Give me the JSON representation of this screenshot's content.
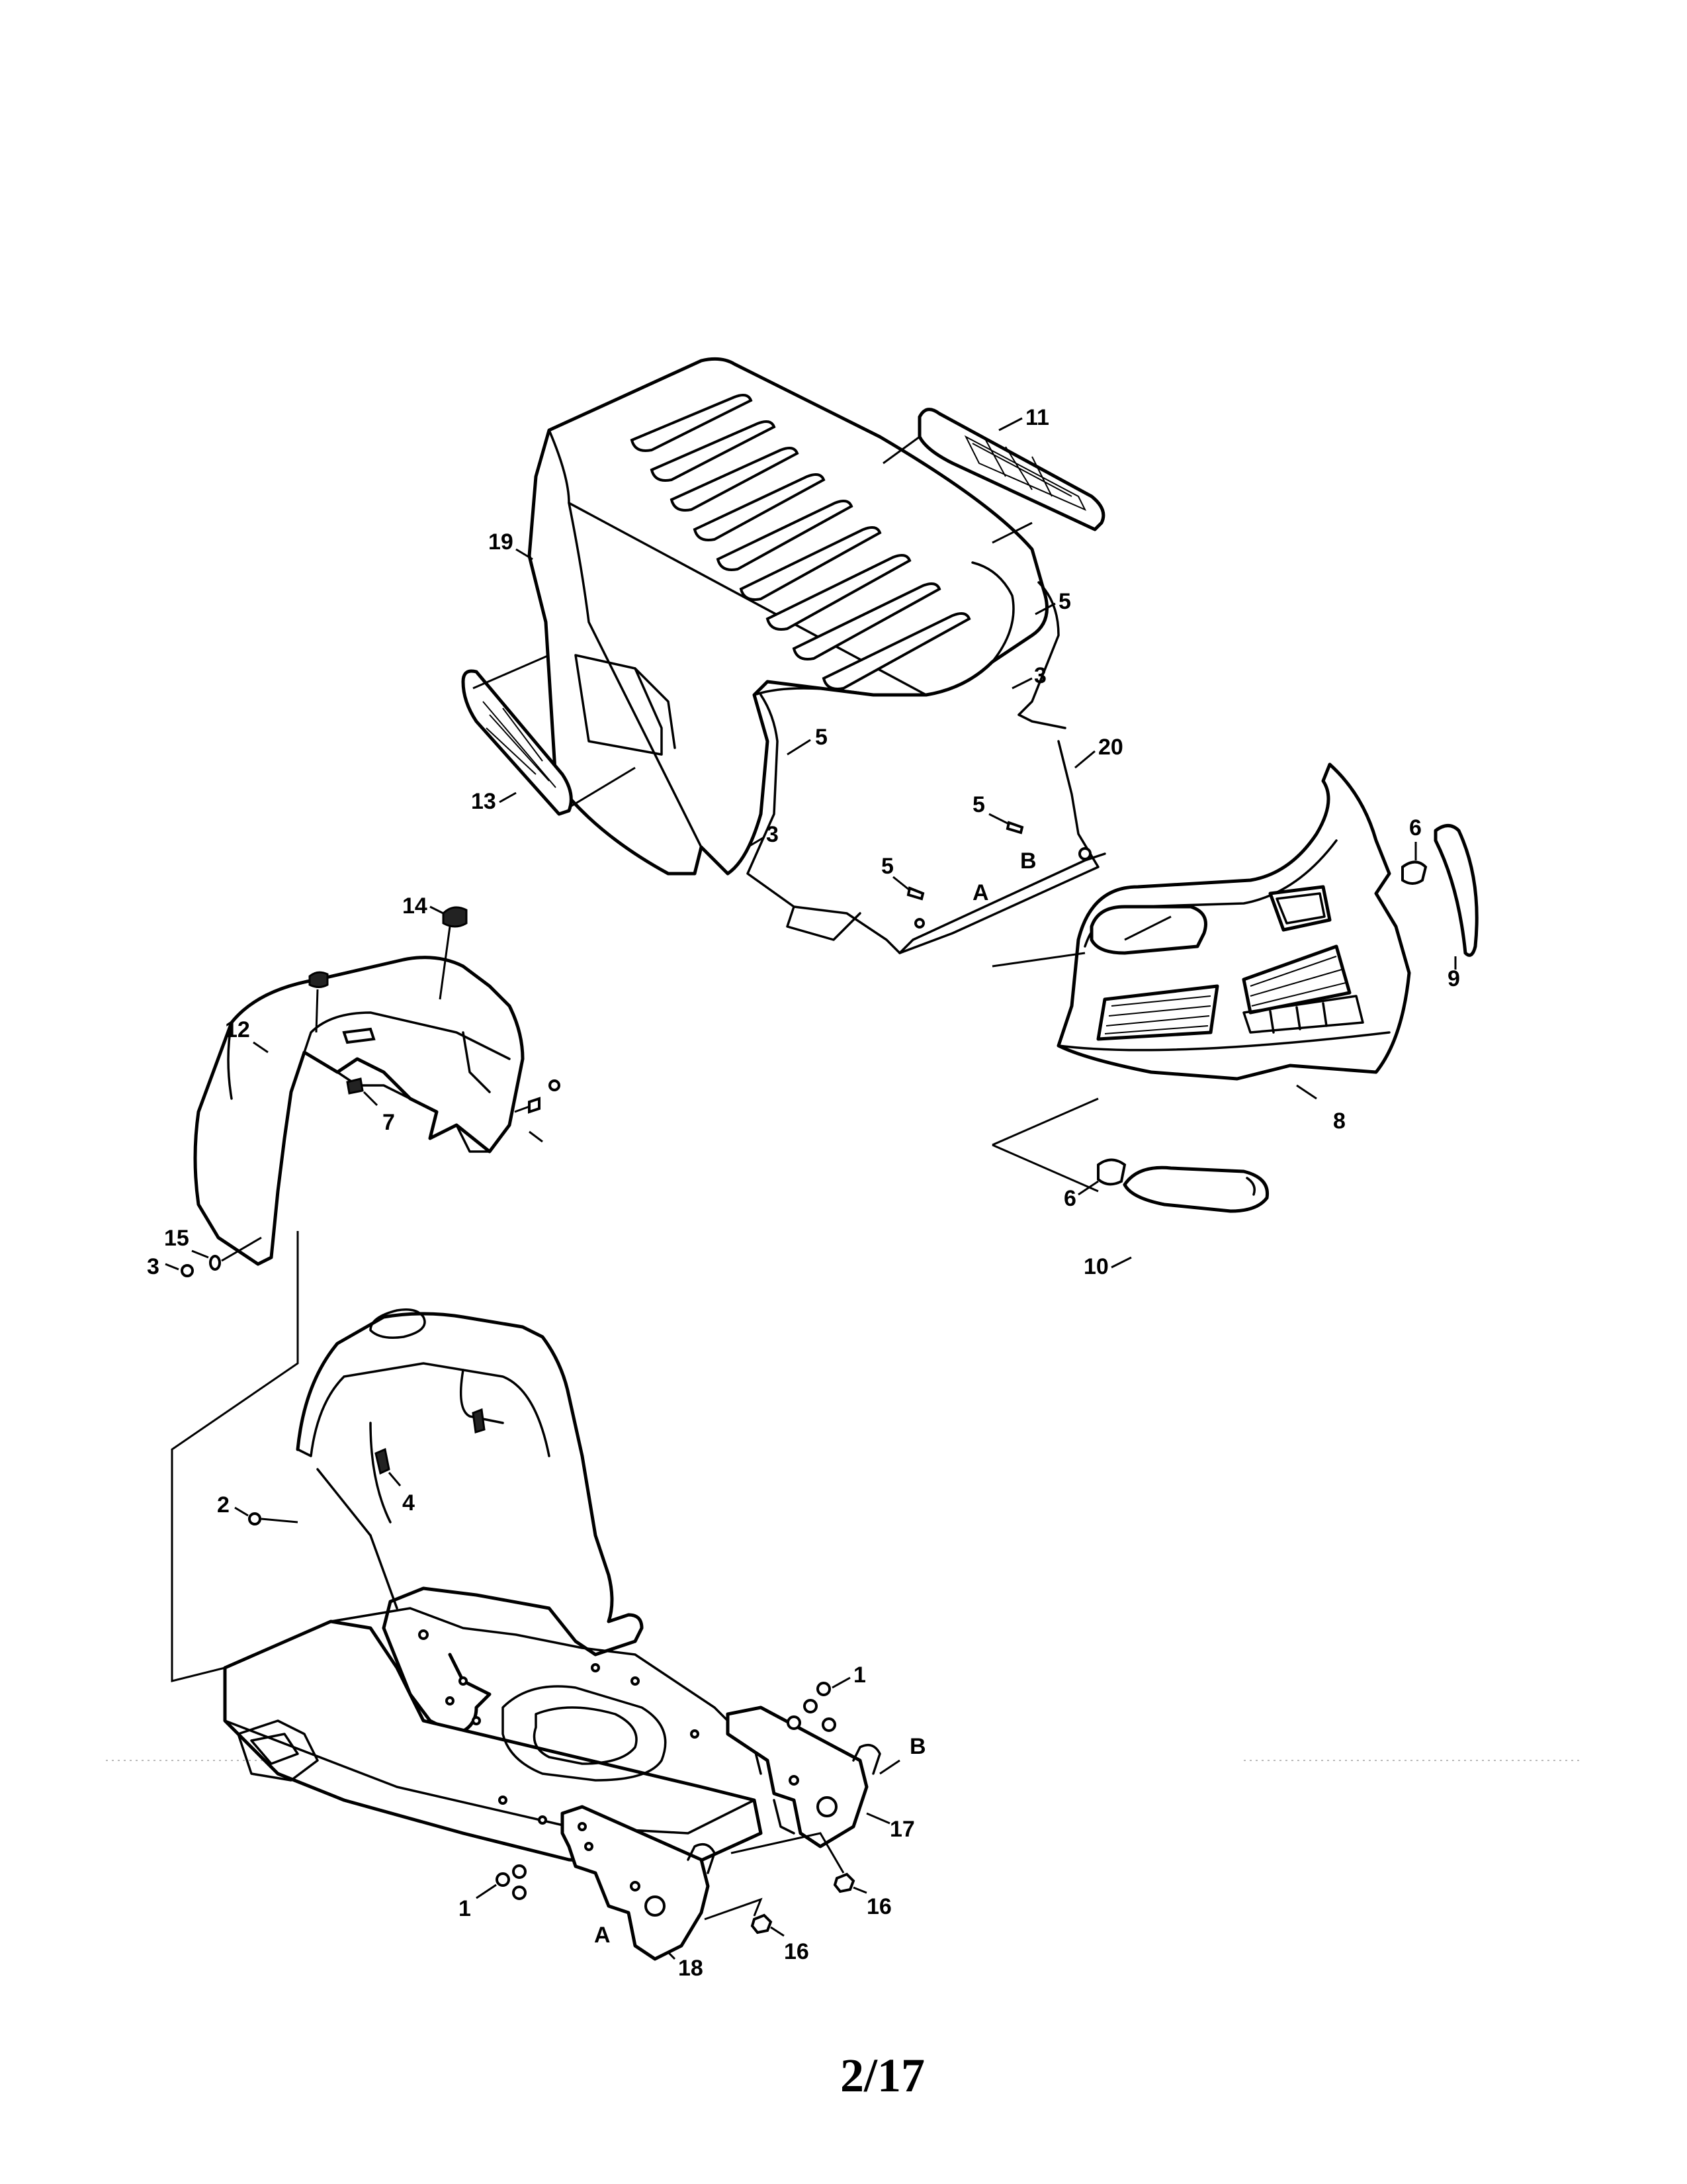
{
  "page_number": "2/17",
  "callouts": {
    "c1a": "1",
    "c1b": "1",
    "c2": "2",
    "c3a": "3",
    "c3b": "3",
    "c3c": "3",
    "c4": "4",
    "c5a": "5",
    "c5b": "5",
    "c5c": "5",
    "c5d": "5",
    "c6a": "6",
    "c6b": "6",
    "c7": "7",
    "c8": "8",
    "c9": "9",
    "c10": "10",
    "c11": "11",
    "c12": "12",
    "c13": "13",
    "c14": "14",
    "c15": "15",
    "c16a": "16",
    "c16b": "16",
    "c17": "17",
    "c18": "18",
    "c19": "19",
    "c20": "20",
    "refA1": "A",
    "refA2": "A",
    "refB1": "B",
    "refB2": "B"
  }
}
